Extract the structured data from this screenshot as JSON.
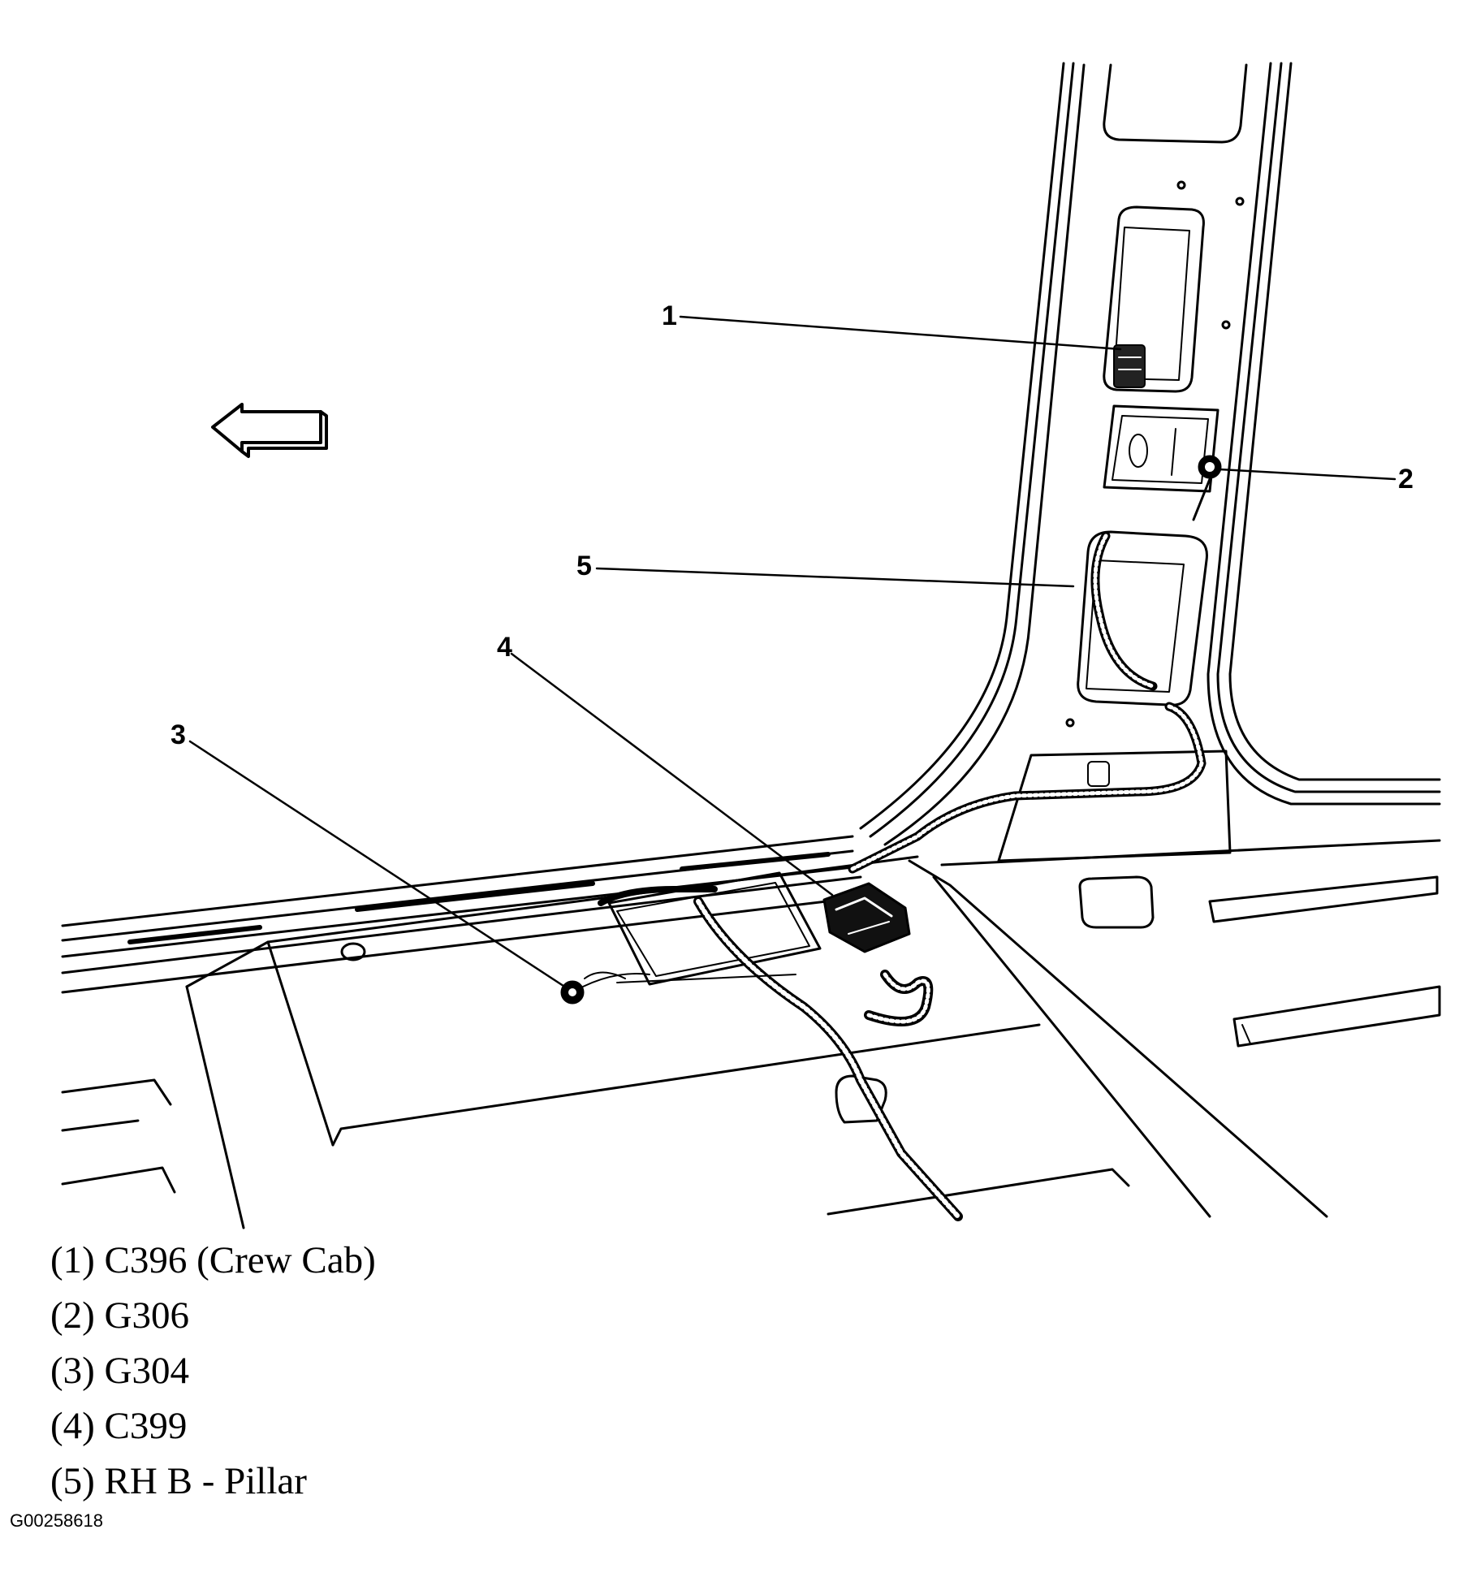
{
  "callouts": [
    {
      "number": "1"
    },
    {
      "number": "2"
    },
    {
      "number": "3"
    },
    {
      "number": "4"
    },
    {
      "number": "5"
    }
  ],
  "legend": [
    {
      "text": "(1) C396 (Crew Cab)"
    },
    {
      "text": "(2) G306"
    },
    {
      "text": "(3) G304"
    },
    {
      "text": "(4) C399"
    },
    {
      "text": "(5) RH B - Pillar"
    }
  ],
  "figure_id": "G00258618",
  "colors": {
    "line": "#000000",
    "background": "#ffffff"
  },
  "icons": [
    "forward-direction-arrow-icon",
    "connector-c396-icon",
    "ground-g306-icon",
    "ground-g304-icon",
    "connector-c399-icon"
  ]
}
